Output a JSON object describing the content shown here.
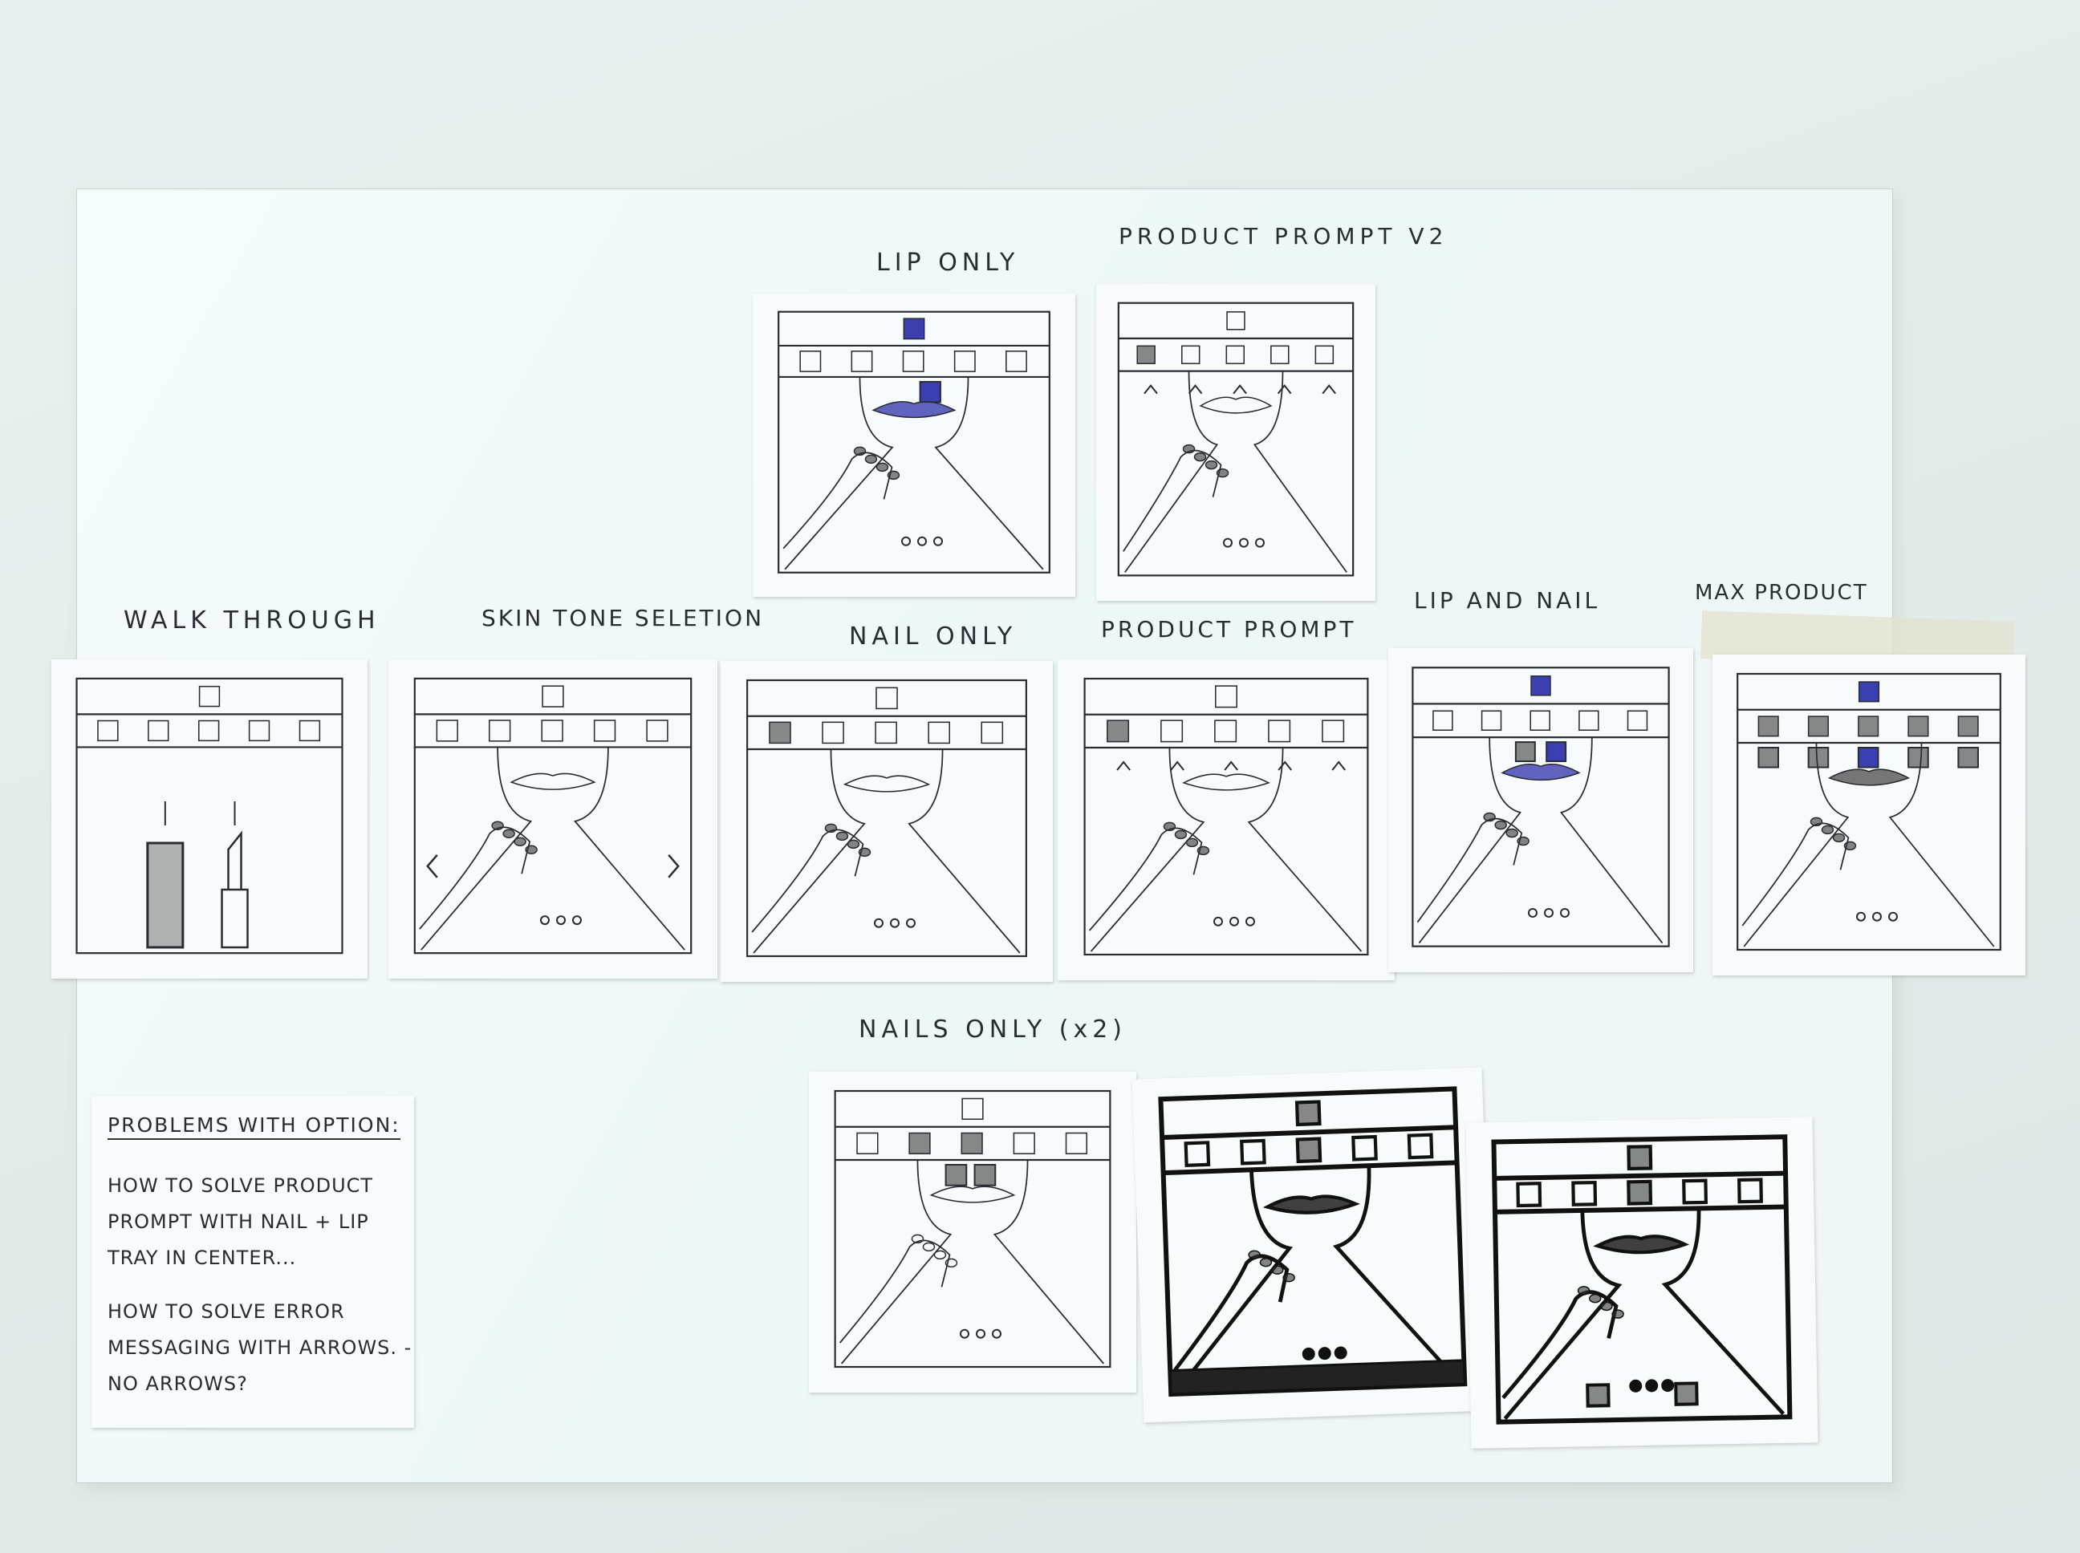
{
  "labels": {
    "lip_only": "LIP ONLY",
    "product_prompt_v2": "PRODUCT PROMPT V2",
    "walk_through": "WALK THROUGH",
    "skin_tone_selection": "SKIN TONE SELETION",
    "nail_only": "NAIL ONLY",
    "product_prompt": "PRODUCT PROMPT",
    "lip_and_nail": "LIP AND NAIL",
    "max_product": "MAX PRODUCT",
    "nails_only_x2": "NAILS ONLY (x2)"
  },
  "note": {
    "title": "PROBLEMS WITH OPTION:",
    "lines": [
      "HOW TO SOLVE PRODUCT PROMPT WITH NAIL + LIP TRAY IN CENTER...",
      "HOW TO SOLVE ERROR MESSAGING WITH ARROWS. - NO ARROWS?"
    ]
  },
  "colors": {
    "ink": "#2a2c34",
    "marker": "#111111",
    "blue_highlight": "#3b3fb0"
  }
}
